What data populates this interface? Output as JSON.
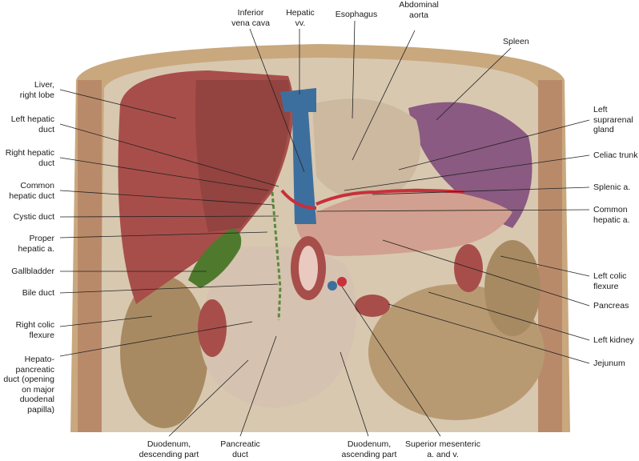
{
  "labels": {
    "inferior_vena_cava": "Inferior\nvena cava",
    "hepatic_vv": "Hepatic\nvv.",
    "esophagus": "Esophagus",
    "abdominal_aorta": "Abdominal\naorta",
    "spleen": "Spleen",
    "liver_right_lobe": "Liver,\nright lobe",
    "left_hepatic_duct": "Left hepatic\nduct",
    "right_hepatic_duct": "Right hepatic\nduct",
    "common_hepatic_duct": "Common\nhepatic duct",
    "cystic_duct": "Cystic duct",
    "proper_hepatic_a": "Proper\nhepatic a.",
    "gallbladder": "Gallbladder",
    "bile_duct": "Bile duct",
    "right_colic_flexure": "Right colic\nflexure",
    "hepatopancreatic_duct": "Hepato-\npancreatic\nduct (opening\non major\nduodenal\npapilla)",
    "left_suprarenal_gland": "Left\nsuprarenal\ngland",
    "celiac_trunk": "Celiac trunk",
    "splenic_a": "Splenic a.",
    "common_hepatic_a": "Common\nhepatic a.",
    "left_colic_flexure": "Left colic\nflexure",
    "pancreas": "Pancreas",
    "left_kidney": "Left kidney",
    "jejunum": "Jejunum",
    "duodenum_descending": "Duodenum,\ndescending part",
    "pancreatic_duct": "Pancreatic\nduct",
    "duodenum_ascending": "Duodenum,\nascending part",
    "superior_mesenteric": "Superior mesenteric\na. and v."
  },
  "colors": {
    "liver": "#a84e4a",
    "gallbladder": "#4f7a2e",
    "spleen": "#8a5a82",
    "vena_cava": "#3d6f9e",
    "artery": "#c8303a",
    "pancreas": "#d2a090",
    "intestine": "#b89a72",
    "background_tissue": "#d8c8b0",
    "body_wall": "#c9a87e"
  }
}
